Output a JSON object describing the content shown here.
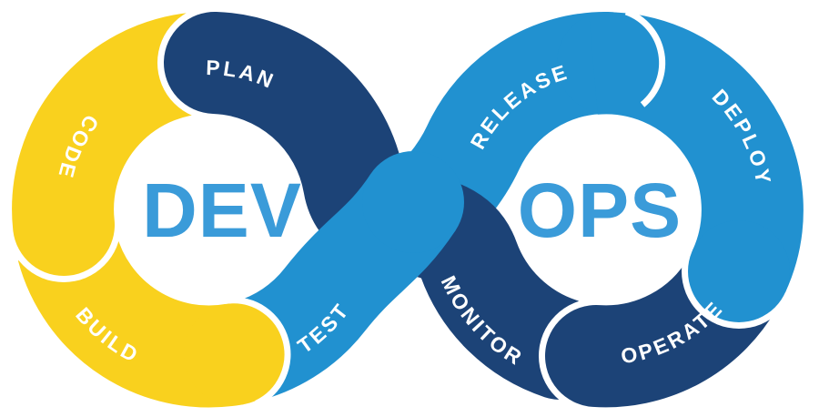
{
  "diagram": {
    "name": "devops-infinity-loop",
    "left_title": "DEV",
    "right_title": "OPS",
    "segments": [
      {
        "label": "PLAN",
        "loop": "dev",
        "color_key": "navy"
      },
      {
        "label": "CODE",
        "loop": "dev",
        "color_key": "yellow"
      },
      {
        "label": "BUILD",
        "loop": "dev",
        "color_key": "yellow"
      },
      {
        "label": "TEST",
        "loop": "dev",
        "color_key": "blue"
      },
      {
        "label": "RELEASE",
        "loop": "ops",
        "color_key": "blue"
      },
      {
        "label": "DEPLOY",
        "loop": "ops",
        "color_key": "blue"
      },
      {
        "label": "OPERATE",
        "loop": "ops",
        "color_key": "navy"
      },
      {
        "label": "MONITOR",
        "loop": "ops",
        "color_key": "navy"
      }
    ],
    "colors": {
      "yellow": "#F9D11E",
      "navy": "#1C4377",
      "blue": "#2191D0",
      "title_blue": "#3A9BD9",
      "label_text": "#FFFFFF",
      "background": "#FFFFFF"
    }
  }
}
